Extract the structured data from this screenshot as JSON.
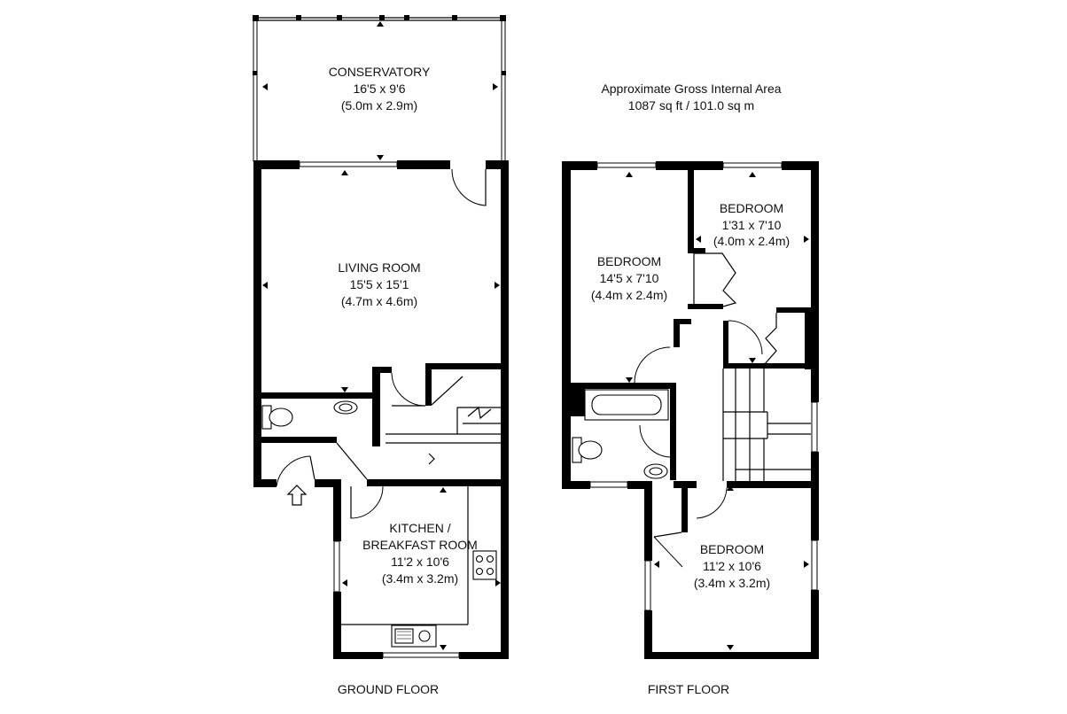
{
  "area": {
    "line1": "Approximate Gross Internal Area",
    "line2": "1087 sq ft / 101.0 sq m"
  },
  "floors": {
    "ground": "GROUND FLOOR",
    "first": "FIRST FLOOR"
  },
  "rooms": {
    "conservatory": {
      "name": "CONSERVATORY",
      "imperial": "16'5 x 9'6",
      "metric": "(5.0m x 2.9m)"
    },
    "living": {
      "name": "LIVING ROOM",
      "imperial": "15'5 x 15'1",
      "metric": "(4.7m x 4.6m)"
    },
    "kitchen": {
      "name1": "KITCHEN /",
      "name2": "BREAKFAST ROOM",
      "imperial": "11'2 x 10'6",
      "metric": "(3.4m x 3.2m)"
    },
    "bedroom_left": {
      "name": "BEDROOM",
      "imperial": "14'5 x 7'10",
      "metric": "(4.4m x 2.4m)"
    },
    "bedroom_top_right": {
      "name": "BEDROOM",
      "imperial": "1'31 x 7'10",
      "metric": "(4.0m x 2.4m)"
    },
    "bedroom_bottom": {
      "name": "BEDROOM",
      "imperial": "11'2 x 10'6",
      "metric": "(3.4m x 3.2m)"
    }
  }
}
